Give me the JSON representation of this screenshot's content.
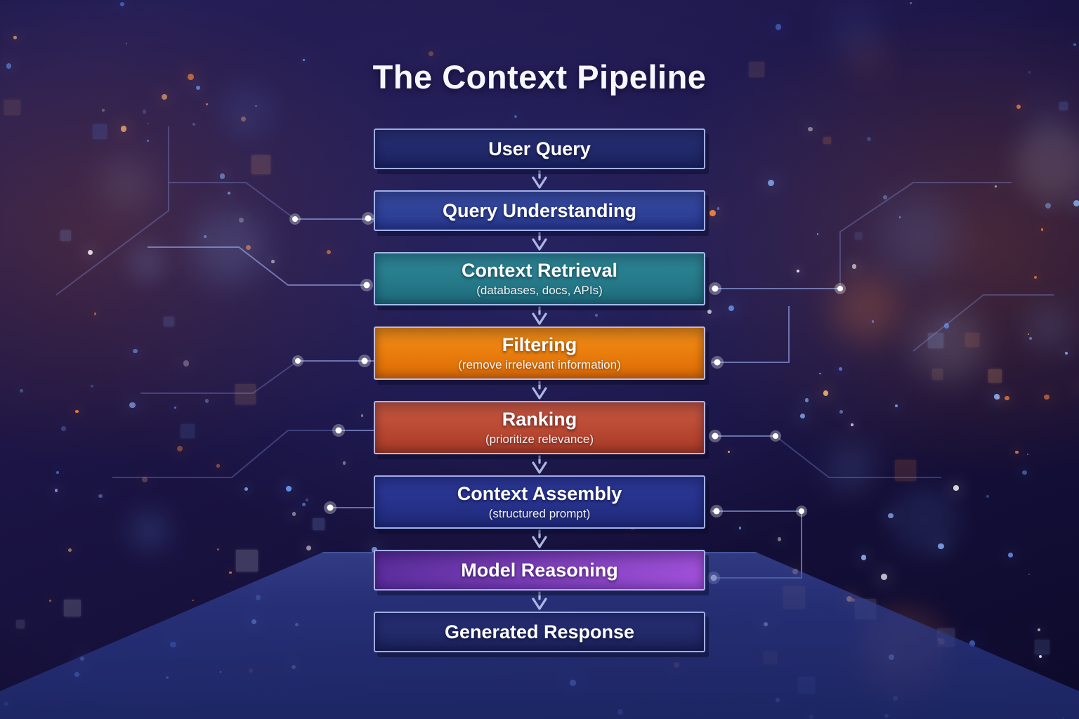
{
  "title": "The Context Pipeline",
  "pipeline": {
    "steps": [
      {
        "label": "User Query",
        "sublabel": "",
        "color1": "#2a3277",
        "color2": "#1b2260",
        "angle": 180
      },
      {
        "label": "Query Understanding",
        "sublabel": "",
        "color1": "#3a4ea6",
        "color2": "#27378c",
        "angle": 180
      },
      {
        "label": "Context Retrieval",
        "sublabel": "(databases, docs, APIs)",
        "color1": "#2f8a99",
        "color2": "#1e6c7c",
        "angle": 180
      },
      {
        "label": "Filtering",
        "sublabel": "(remove irrelevant information)",
        "color1": "#f59016",
        "color2": "#dd6a05",
        "angle": 180
      },
      {
        "label": "Ranking",
        "sublabel": "(prioritize relevance)",
        "color1": "#cd5a42",
        "color2": "#a83a26",
        "angle": 180
      },
      {
        "label": "Context Assembly",
        "sublabel": "(structured prompt)",
        "color1": "#2e3a9c",
        "color2": "#1f2a7a",
        "angle": 180
      },
      {
        "label": "Model Reasoning",
        "sublabel": "",
        "color1": "#5a2d9c",
        "color2": "#a050d8",
        "angle": 90
      },
      {
        "label": "Generated Response",
        "sublabel": "",
        "color1": "#2b337e",
        "color2": "#1a2158",
        "angle": 180
      }
    ]
  },
  "style": {
    "arrow_color": "#b9c3f0",
    "glow_orange": "#ff8a3c",
    "glow_orange_soft": "#ffb36b",
    "glow_blue": "#6fa5ff",
    "glow_blue_soft": "#8fb9ff",
    "glow_deep_blue": "#4f7fe8",
    "node_white": "#ffffff"
  }
}
